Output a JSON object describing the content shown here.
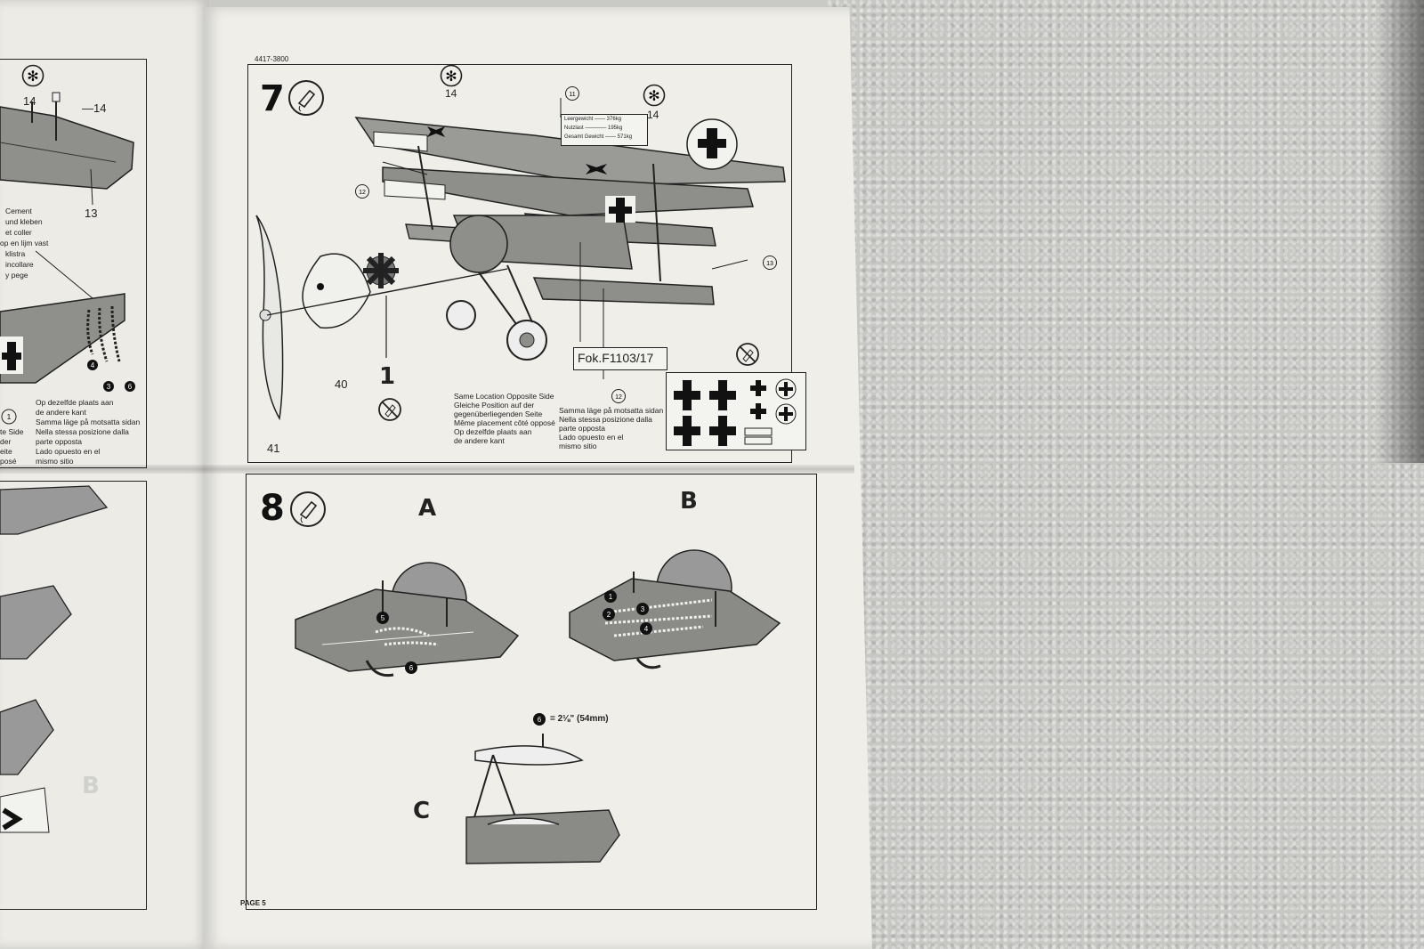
{
  "document": {
    "code": "4417-3800",
    "page_label": "PAGE 5",
    "step7": {
      "number": "7",
      "parts": {
        "p14a": "14",
        "p14b": "14",
        "p40": "40",
        "p41": "41",
        "p1": "1"
      },
      "callouts": {
        "c11": "11",
        "c12a": "12",
        "c12b": "12",
        "c13": "13"
      },
      "plate_label": "Fok.F1103/17",
      "weight_table": [
        "Leergewicht —— 376kg",
        "Nutzlast ———— 195kg",
        "Gesamt Gewicht —— 571kg"
      ],
      "caption_left": [
        "Same Location Opposite Side",
        "Gleiche Position auf der",
        "gegenüberliegenden Seite",
        "Même placement côté opposé",
        "Op dezelfde plaats aan",
        "de andere kant"
      ],
      "caption_right": [
        "Samma läge på motsatta sidan",
        "Nella stessa posizione dalla",
        "parte opposta",
        "Lado opuesto en el",
        "mismo sitio"
      ]
    },
    "step8": {
      "number": "8",
      "labels": {
        "a": "A",
        "b": "B",
        "c": "C"
      },
      "measure": "= 2⅛\" (54mm)"
    },
    "left_page": {
      "part14a": "14",
      "part14b": "—14",
      "part13": "13",
      "cement_lines": [
        "Cement",
        "und kleben",
        "et coller",
        "op en lijm vast",
        "klistra",
        "incollare",
        "y pege"
      ],
      "caption": [
        "Op dezelfde plaats aan",
        "de andere kant",
        "Samma läge på motsatta sidan",
        "Nella stessa posizione dalla",
        "parte opposta",
        "Lado opuesto en el",
        "mismo sitio"
      ],
      "caption_cut": [
        "te Side",
        "der",
        "eite",
        "posé"
      ],
      "bottom_b": "B"
    }
  }
}
